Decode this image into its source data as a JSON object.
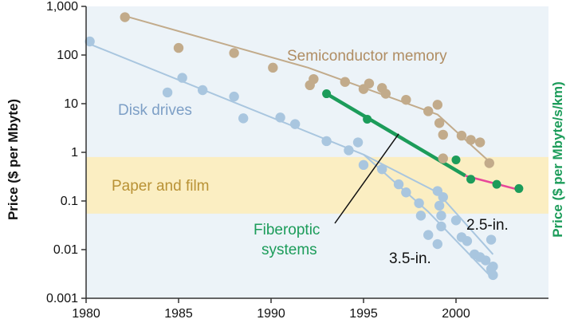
{
  "chart_data": {
    "type": "scatter",
    "y_scale": "log",
    "xlim": [
      1980,
      2005
    ],
    "ylim": [
      0.001,
      1000
    ],
    "x_ticks": [
      "1980",
      "1985",
      "1990",
      "1995",
      "2000"
    ],
    "y_ticks": [
      "1,000",
      "100",
      "10",
      "1",
      "0.1",
      "0.01",
      "0.001"
    ],
    "ylabel_left": "Price ($ per Mbyte)",
    "ylabel_right": "Price ($ per Mbyte/s/km)",
    "grid": false,
    "band": {
      "name": "Paper and film",
      "y_from": 0.055,
      "y_to": 0.8,
      "color": "#fbeec2"
    },
    "series": [
      {
        "name": "Semiconductor memory",
        "color": "#c2ab8b",
        "points": [
          [
            1982.1,
            600
          ],
          [
            1985.0,
            140
          ],
          [
            1988.0,
            110
          ],
          [
            1990.1,
            55
          ],
          [
            1992.1,
            24
          ],
          [
            1992.3,
            32
          ],
          [
            1994.0,
            28
          ],
          [
            1995.0,
            20
          ],
          [
            1995.3,
            26
          ],
          [
            1996.0,
            21
          ],
          [
            1996.2,
            16
          ],
          [
            1997.3,
            12
          ],
          [
            1998.5,
            7
          ],
          [
            1999.0,
            9.5
          ],
          [
            1999.1,
            4
          ],
          [
            1999.3,
            2.3
          ],
          [
            1999.3,
            0.75
          ],
          [
            2000.3,
            2.2
          ],
          [
            2000.8,
            1.8
          ],
          [
            2001.3,
            1.6
          ],
          [
            2001.8,
            0.6
          ]
        ],
        "trend": [
          [
            1982.0,
            650
          ],
          [
            1992.0,
            55
          ],
          [
            1999.0,
            6
          ],
          [
            2001.7,
            0.7
          ]
        ]
      },
      {
        "name": "Disk drives",
        "color": "#a9c6df",
        "points": [
          [
            1980.2,
            190
          ],
          [
            1984.4,
            17
          ],
          [
            1985.2,
            34
          ],
          [
            1986.3,
            19
          ],
          [
            1988.0,
            14
          ],
          [
            1988.5,
            5
          ],
          [
            1990.5,
            5.2
          ],
          [
            1991.3,
            3.8
          ],
          [
            1993.0,
            1.7
          ],
          [
            1994.2,
            1.1
          ],
          [
            1994.7,
            1.6
          ],
          [
            1995.0,
            0.55
          ],
          [
            1996.0,
            0.45
          ],
          [
            1996.9,
            0.22
          ],
          [
            1997.3,
            0.15
          ],
          [
            1998.0,
            0.09
          ],
          [
            1998.1,
            0.05
          ],
          [
            1998.5,
            0.02
          ],
          [
            1999.0,
            0.16
          ],
          [
            1999.1,
            0.08
          ],
          [
            1999.2,
            0.05
          ],
          [
            1999.3,
            0.12
          ],
          [
            1999.0,
            0.013
          ],
          [
            1999.2,
            0.03
          ],
          [
            2000.0,
            0.04
          ],
          [
            2000.3,
            0.018
          ],
          [
            2000.6,
            0.015
          ],
          [
            2001.0,
            0.008
          ],
          [
            2001.3,
            0.007
          ],
          [
            2001.6,
            0.006
          ],
          [
            2001.9,
            0.016
          ],
          [
            2001.9,
            0.004
          ],
          [
            2002.0,
            0.0045
          ],
          [
            2002.0,
            0.003
          ]
        ]
      },
      {
        "name": "3.5-in.",
        "color": "#a9c6df",
        "trend": [
          [
            1980.0,
            180
          ],
          [
            1995.0,
            0.9
          ],
          [
            1998.5,
            0.06
          ],
          [
            2002.0,
            0.0025
          ]
        ]
      },
      {
        "name": "2.5-in.",
        "color": "#a9c6df",
        "trend": [
          [
            1995.0,
            0.9
          ],
          [
            1999.0,
            0.15
          ],
          [
            2002.0,
            0.008
          ]
        ]
      },
      {
        "name": "Fiberoptic systems",
        "color": "#1c9c5a",
        "points": [
          [
            1993.0,
            16
          ],
          [
            1995.2,
            4.8
          ],
          [
            2000.0,
            0.7
          ],
          [
            2000.8,
            0.28
          ],
          [
            2002.2,
            0.22
          ],
          [
            2003.4,
            0.18
          ]
        ],
        "trend": [
          [
            1993.0,
            16
          ],
          [
            2000.5,
            0.33
          ]
        ],
        "extension": {
          "color": "#e8479a",
          "points": [
            [
              2000.5,
              0.33
            ],
            [
              2003.4,
              0.17
            ]
          ]
        }
      }
    ],
    "annotations": [
      {
        "text": "Semiconductor memory",
        "color": "#b08d63"
      },
      {
        "text": "Disk drives",
        "color": "#7d9fc6"
      },
      {
        "text": "Paper and film",
        "color": "#b99235"
      },
      {
        "lines": [
          "Fiberoptic",
          "systems"
        ],
        "color": "#1c9c5a",
        "pointer_to": [
          1996.9,
          2.4
        ]
      },
      {
        "text": "2.5-in.",
        "color": "#111111"
      },
      {
        "text": "3.5-in.",
        "color": "#111111"
      }
    ]
  }
}
